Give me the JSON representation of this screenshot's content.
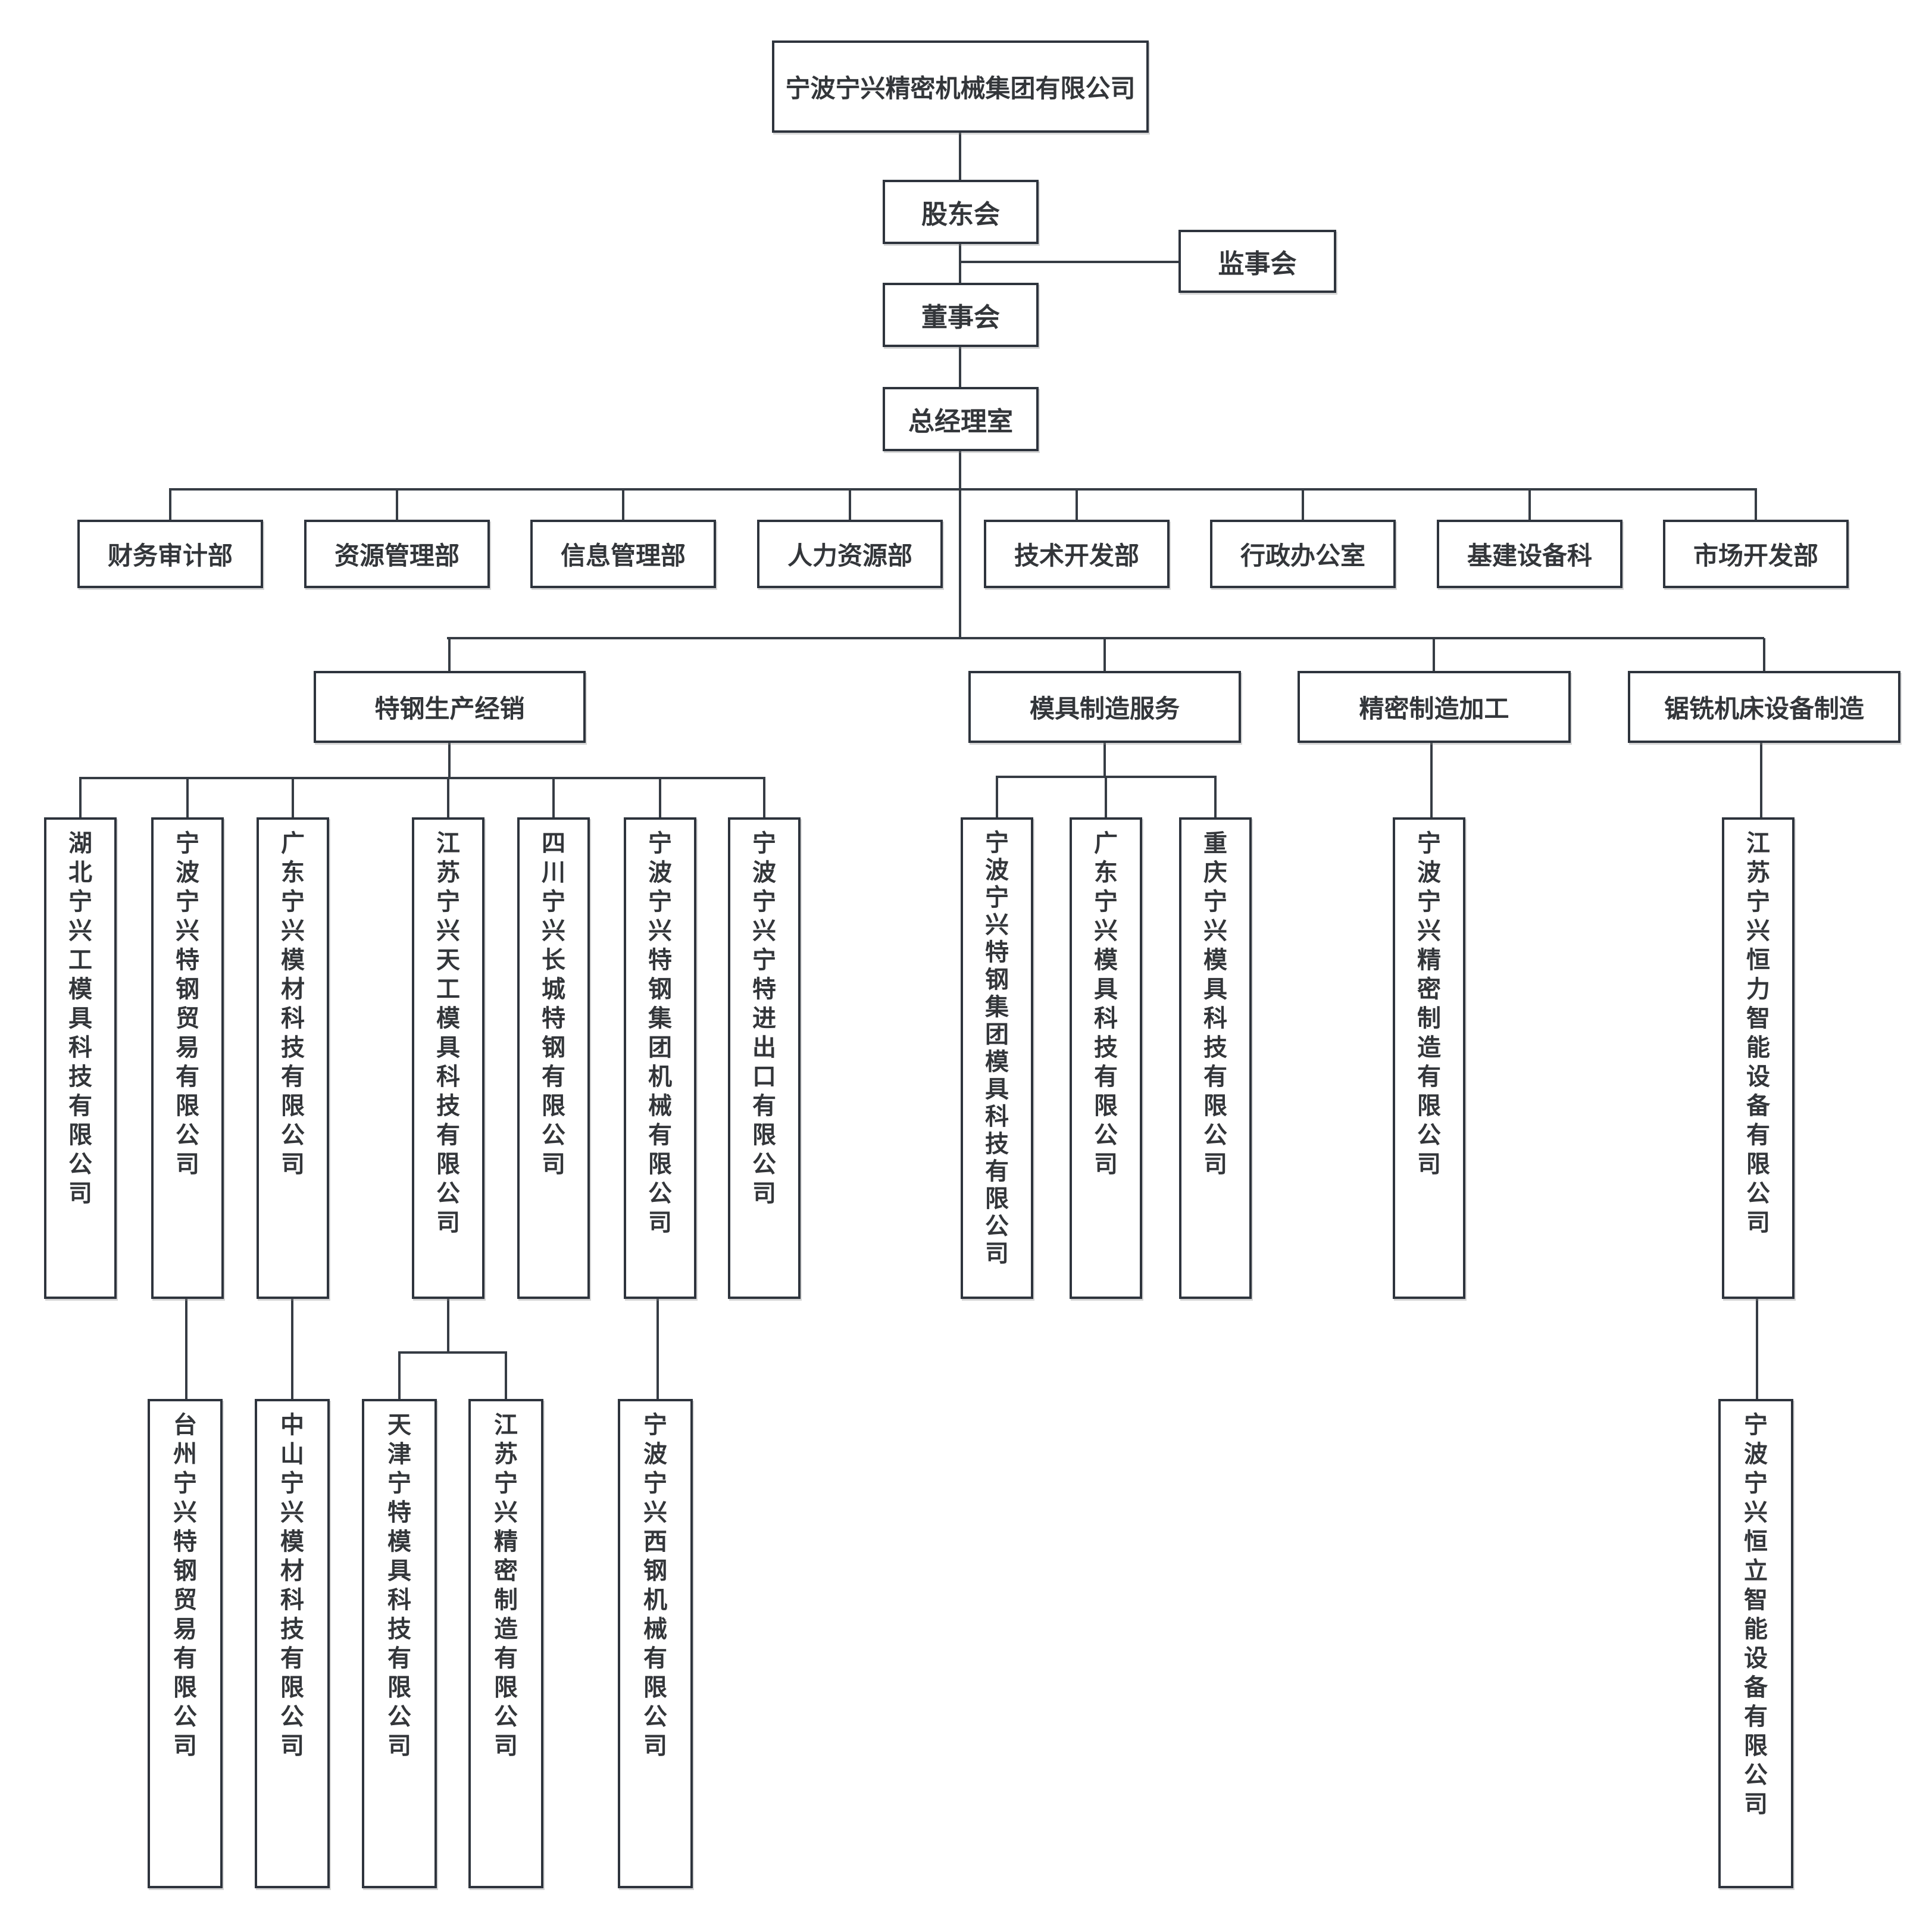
{
  "colors": {
    "background": "#ffffff",
    "box_border": "#2e343d",
    "connector_line": "#363c44",
    "text": "#33363a"
  },
  "org": {
    "root": "宁波宁兴精密机械集团有限公司",
    "shareholders": "股东会",
    "supervisory": "监事会",
    "board": "董事会",
    "gm_office": "总经理室",
    "departments": [
      "财务审计部",
      "资源管理部",
      "信息管理部",
      "人力资源部",
      "技术开发部",
      "行政办公室",
      "基建设备科",
      "市场开发部"
    ],
    "divisions": [
      "特钢生产经销",
      "模具制造服务",
      "精密制造加工",
      "锯铣机床设备制造"
    ],
    "steel_companies": [
      "湖北宁兴工模具科技有限公司",
      "宁波宁兴特钢贸易有限公司",
      "广东宁兴模材科技有限公司",
      "江苏宁兴天工模具科技有限公司",
      "四川宁兴长城特钢有限公司",
      "宁波宁兴特钢集团机械有限公司",
      "宁波宁兴宁特进出口有限公司"
    ],
    "mould_companies": [
      "宁波宁兴特钢集团模具科技有限公司",
      "广东宁兴模具科技有限公司",
      "重庆宁兴模具科技有限公司"
    ],
    "precision_companies": [
      "宁波宁兴精密制造有限公司"
    ],
    "saw_companies": [
      "江苏宁兴恒力智能设备有限公司"
    ],
    "subsidiaries": [
      "台州宁兴特钢贸易有限公司",
      "中山宁兴模材科技有限公司",
      "天津宁特模具科技有限公司",
      "江苏宁兴精密制造有限公司",
      "宁波宁兴西钢机械有限公司",
      "宁波宁兴恒立智能设备有限公司"
    ]
  }
}
